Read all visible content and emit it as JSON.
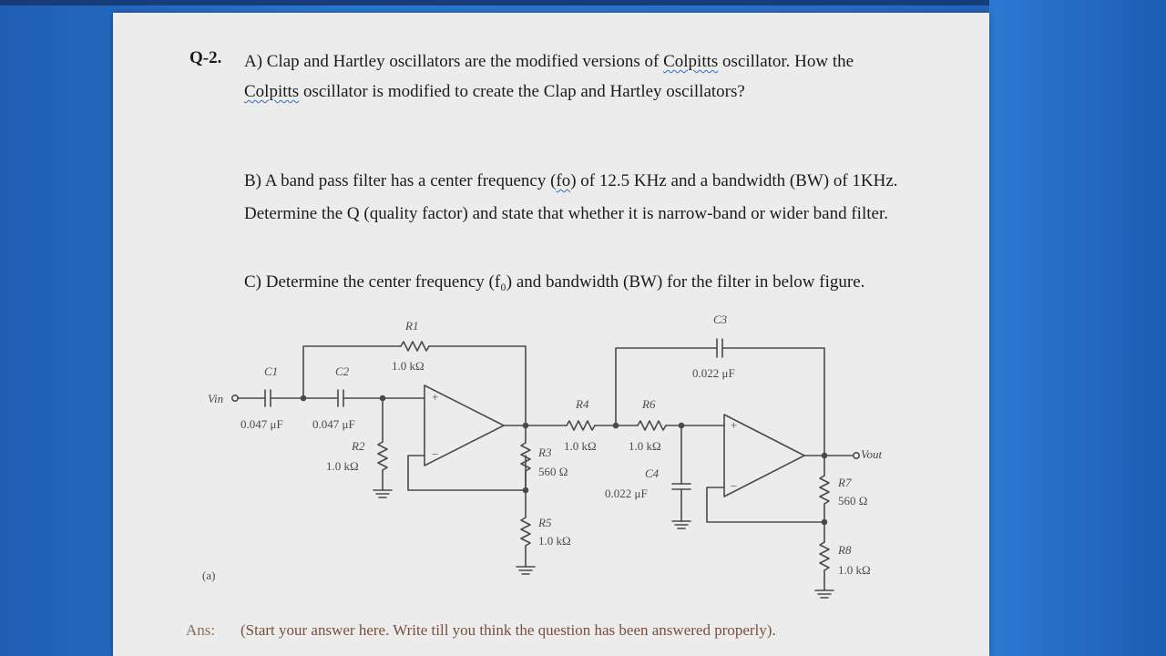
{
  "question": {
    "number": "Q-2.",
    "part_a": {
      "line1_prefix": "A) Clap and Hartley oscillators are the modified versions of ",
      "line1_link": "Colpitts",
      "line1_suffix": " oscillator. How the",
      "line2_link": "Colpitts",
      "line2_suffix": " oscillator is modified to create the Clap and Hartley oscillators?"
    },
    "part_b": {
      "line1_prefix": "B) A band pass filter has a center frequency (",
      "line1_link": "fo",
      "line1_suffix": ") of 12.5 KHz and a bandwidth (BW) of 1KHz.",
      "line2": "Determine the Q (quality factor) and state that whether it is narrow-band or wider band filter."
    },
    "part_c": {
      "line1": "C) Determine the center frequency (f₀) and bandwidth (BW) for the filter in below figure."
    }
  },
  "circuit": {
    "figure_label": "(a)",
    "vin_label": "Vin",
    "vout_label": "Vout",
    "components": {
      "R1": {
        "name": "R1",
        "value": "1.0 kΩ"
      },
      "R2": {
        "name": "R2",
        "value": "1.0 kΩ"
      },
      "R3": {
        "name": "R3",
        "value": "560 Ω"
      },
      "R4": {
        "name": "R4",
        "value": "1.0 kΩ"
      },
      "R5": {
        "name": "R5",
        "value": "1.0 kΩ"
      },
      "R6": {
        "name": "R6",
        "value": "1.0 kΩ"
      },
      "R7": {
        "name": "R7",
        "value": "560 Ω"
      },
      "R8": {
        "name": "R8",
        "value": "1.0 kΩ"
      },
      "C1": {
        "name": "C1",
        "value": "0.047 μF"
      },
      "C2": {
        "name": "C2",
        "value": "0.047 μF"
      },
      "C3": {
        "name": "C3",
        "value": "0.022 μF"
      },
      "C4": {
        "name": "C4",
        "value": "0.022 μF"
      }
    },
    "opamp_plus": "+",
    "opamp_minus": "−"
  },
  "answer": {
    "label": "Ans:",
    "placeholder": "(Start your answer here. Write till you think the question has been answered properly)."
  }
}
